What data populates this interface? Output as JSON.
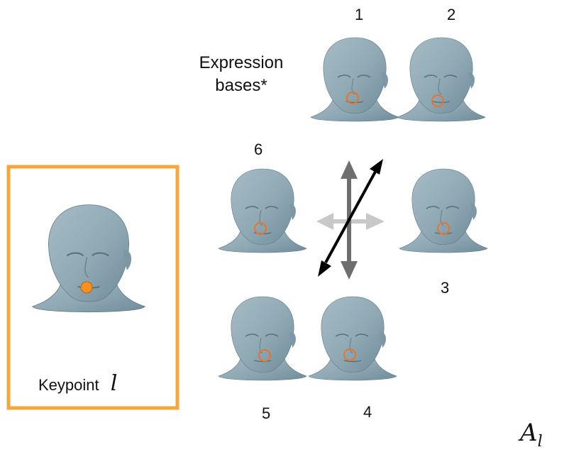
{
  "diagram": {
    "title_line1": "Expression",
    "title_line2": "bases*",
    "keypoint_label": "Keypoint",
    "keypoint_symbol": "l",
    "matrix_symbol": "A",
    "matrix_subscript": "l",
    "basis_labels": [
      "1",
      "2",
      "3",
      "4",
      "5",
      "6"
    ]
  },
  "colors": {
    "head_fill": "#8fa9b4",
    "head_shade": "#6f8c99",
    "frame": "#f4a73c",
    "keypoint_dot": "#f6901e",
    "marker_ring": "#e8742a",
    "arrow_black": "#000000",
    "arrow_dark_gray": "#6e6e6e",
    "arrow_light_gray": "#c8c8c8"
  }
}
